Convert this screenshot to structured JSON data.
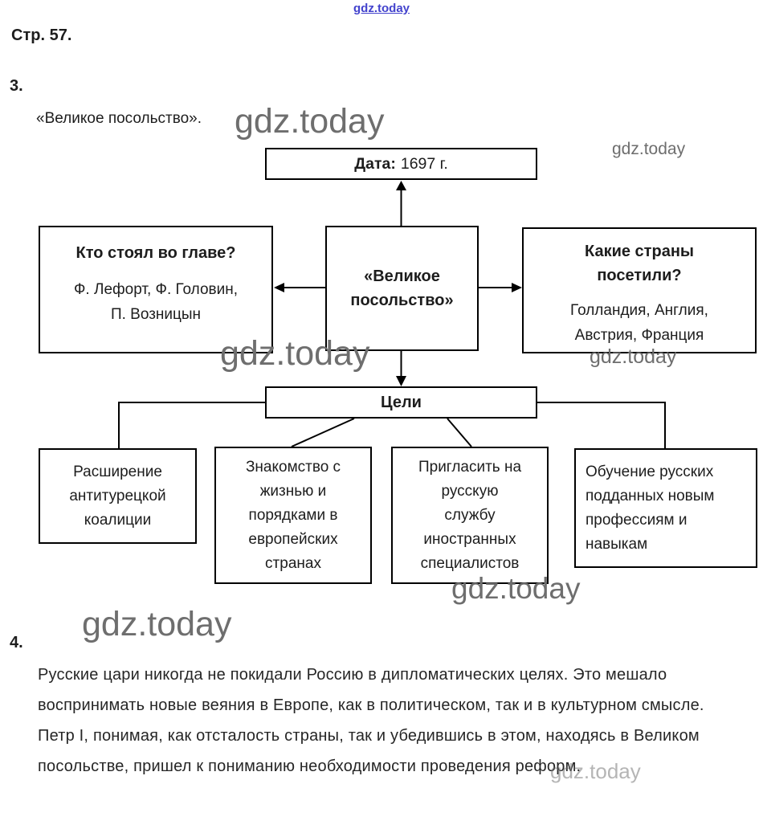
{
  "watermark": {
    "text": "gdz.today"
  },
  "header": {
    "page_label": "Стр. 57."
  },
  "section3": {
    "number": "3.",
    "intro": "«Великое посольство»."
  },
  "diagram": {
    "date": {
      "label": "Дата:",
      "value": "1697 г."
    },
    "center": "«Великое посольство»",
    "left": {
      "title": "Кто стоял во главе?",
      "body": "Ф. Лефорт, Ф. Головин, П. Возницын"
    },
    "right": {
      "title": "Какие страны посетили?",
      "body": "Голландия, Англия, Австрия, Франция"
    },
    "goals_title": "Цели",
    "goals": [
      "Расширение антитурецкой коалиции",
      "Знакомство с жизнью и порядками в европейских странах",
      "Пригласить на русскую службу иностранных специалистов",
      "Обучение русских подданных новым профессиям и навыкам"
    ]
  },
  "section4": {
    "number": "4.",
    "paragraph": "Русские цари никогда не покидали Россию в дипломатических целях. Это мешало воспринимать новые веяния в Европе, как в политическом, так и в культурном смысле. Петр I, понимая, как отсталость страны, так и убедившись в этом, находясь в Великом посольстве, пришел к пониманию необходимости проведения реформ."
  },
  "colors": {
    "link": "#4343cd",
    "watermark": "#6e6e6e",
    "line": "#000000"
  }
}
